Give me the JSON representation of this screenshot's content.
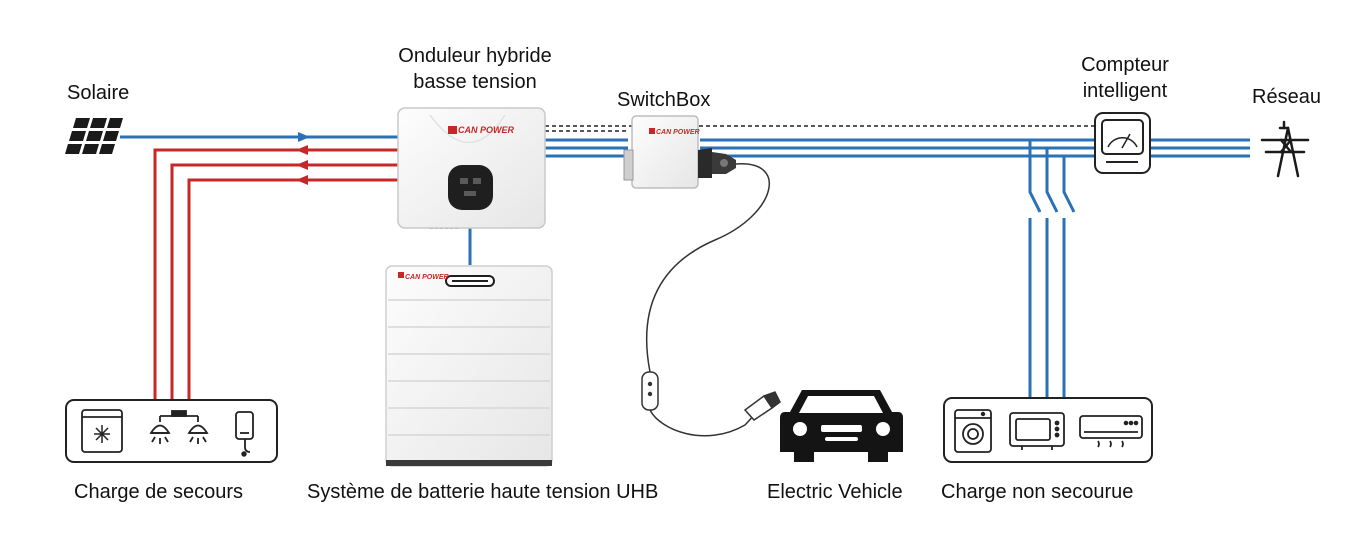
{
  "labels": {
    "solar": "Solaire",
    "inverter_line1": "Onduleur hybride",
    "inverter_line2": "basse tension",
    "switchbox": "SwitchBox",
    "meter_line1": "Compteur",
    "meter_line2": "intelligent",
    "grid": "Réseau",
    "backup_load": "Charge de secours",
    "battery": "Système de batterie haute tension UHB",
    "ev": "Electric Vehicle",
    "non_backup_load": "Charge non secourue"
  },
  "brand": {
    "name": "CAN POWER"
  },
  "colors": {
    "ac_line": "#2a72b5",
    "backup_line": "#c62828",
    "device_border": "#333333",
    "brand_red": "#c62828"
  },
  "icons": [
    "solar-panel-icon",
    "freezer-icon",
    "lamp-icon",
    "water-heater-icon",
    "washing-machine-icon",
    "microwave-icon",
    "air-conditioner-icon",
    "car-icon",
    "transmission-tower-icon",
    "meter-dial-icon"
  ]
}
